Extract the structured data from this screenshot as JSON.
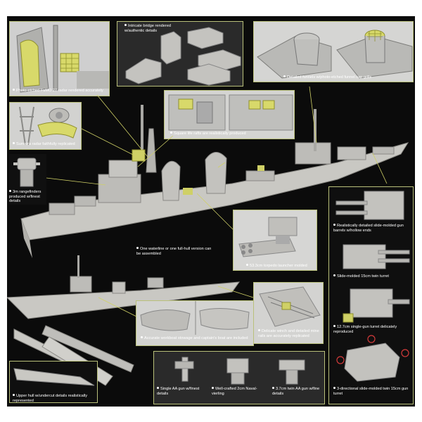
{
  "captions": {
    "fumo_radar": "Photo-etched FuMO 27 radar rendered accurately",
    "bridge": "Intricate bridge rendered w/authentic details",
    "funnels": "Detailed funnels w/photo-etched funnel cap grills",
    "sumatra": "Sumatra radar faithfully replicated",
    "life_rafts": "Square life rafts are realistically produced",
    "rangefinders": "3m rangefinders produced w/finest details",
    "waterline": "One waterline or one full-hull version can be assembled",
    "torpedo": "53.3cm torpedo launcher molded",
    "barrels": "Realistically detailed slide-molded gun barrels w/hollow ends",
    "twin_turret": "Slide-molded 15cm twin turret",
    "single_turret": "12.7cm single-gun turret delicately reproduced",
    "three_dir": "3-directional slide-molded twin 15cm gun turret",
    "workboat": "Accurate workboat stowage and captain's boat are included",
    "winch": "Delicate winch and detailed mine rails are accurately replicated",
    "upper_hull": "Upper hull w/undercut details realistically represented",
    "single_aa": "Single AA gun w/finest details",
    "vierling": "Well-crafted 2cm Naval-vierling",
    "twin_aa": "3.7cm twin AA gun w/fine details"
  },
  "colors": {
    "panel_border": "#b9c07a",
    "photo_etch": "#cfd066",
    "plastic": "#bdbcb8",
    "background": "#0b0b0b"
  }
}
